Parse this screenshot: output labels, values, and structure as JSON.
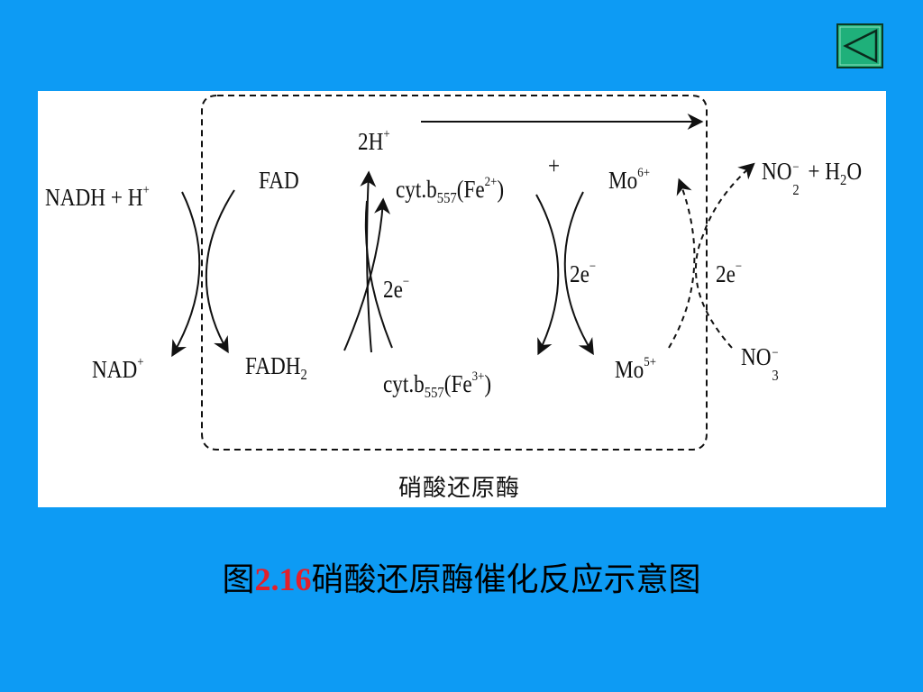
{
  "colors": {
    "background": "#0d9bf4",
    "panel": "#ffffff",
    "nav_fill": "#1fb07a",
    "caption_number": "#e3202a"
  },
  "nav": {
    "icon": "triangle-left-icon"
  },
  "diagram": {
    "species": {
      "nadh": "NADH + H",
      "nadh_charge": "+",
      "nad": "NAD",
      "nad_charge": "+",
      "fad": "FAD",
      "fadh2": "FADH",
      "fadh2_sub": "2",
      "proton": "2H",
      "proton_charge": "+",
      "cyt_red": "cyt.b",
      "cyt_red_sub": "557",
      "cyt_red_fe": "(Fe",
      "cyt_red_charge": "2+",
      "cyt_red_close": ")",
      "cyt_plus": "+",
      "cyt_ox": "cyt.b",
      "cyt_ox_sub": "557",
      "cyt_ox_fe": "(Fe",
      "cyt_ox_charge": "3+",
      "cyt_ox_close": ")",
      "mo6": "Mo",
      "mo6_charge": "6+",
      "mo5": "Mo",
      "mo5_charge": "5+",
      "no2": "NO",
      "no2_charge": "−",
      "no2_sub": "2",
      "plus_water": " + H",
      "water_sub": "2",
      "water_o": "O",
      "no3": "NO",
      "no3_charge": "−",
      "no3_sub": "3"
    },
    "electrons": [
      "2e",
      "2e",
      "2e"
    ],
    "electron_charge": "−",
    "enzyme_label": "硝酸还原酶"
  },
  "caption": {
    "prefix": "图",
    "number": "2.16",
    "text": "硝酸还原酶催化反应示意图"
  }
}
